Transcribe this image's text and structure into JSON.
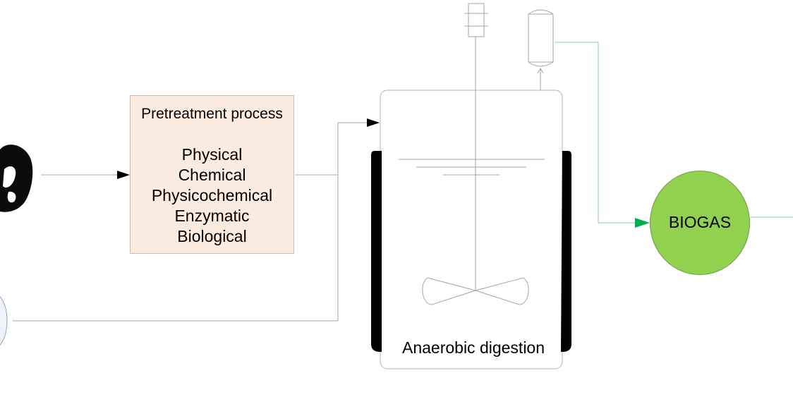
{
  "pretreatment": {
    "title": "Pretreatment process",
    "methods": [
      "Physical",
      "Chemical",
      "Physicochemical",
      "Enzymatic",
      "Biological"
    ]
  },
  "reactor": {
    "label": "Anaerobic digestion"
  },
  "output": {
    "label": "BIOGAS",
    "color": "#92d050"
  },
  "colors": {
    "pretreatment_fill": "#fcecdf",
    "flow_line": "#a6a6a6",
    "gas_line": "#7fcfb7",
    "gas_arrow": "#00b050",
    "jacket": "#000000"
  }
}
